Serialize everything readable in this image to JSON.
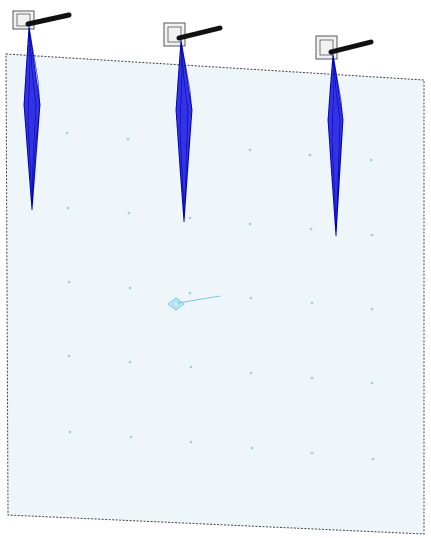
{
  "scene": {
    "background_color": "#ffffff",
    "panel_fill": "#eef6fa",
    "panel_edge_color": "#444444",
    "grid_point_color": "#9fcfe0",
    "beam_color": "#1111dd",
    "beam_edge_color": "#0000aa",
    "arm_color": "#111111",
    "bracket_fill": "#f2f2f2",
    "bracket_edge_color": "#555555",
    "probe_color": "#7cc6e6"
  },
  "lights": [
    {
      "id": "left-light"
    },
    {
      "id": "center-light"
    },
    {
      "id": "right-light"
    }
  ]
}
